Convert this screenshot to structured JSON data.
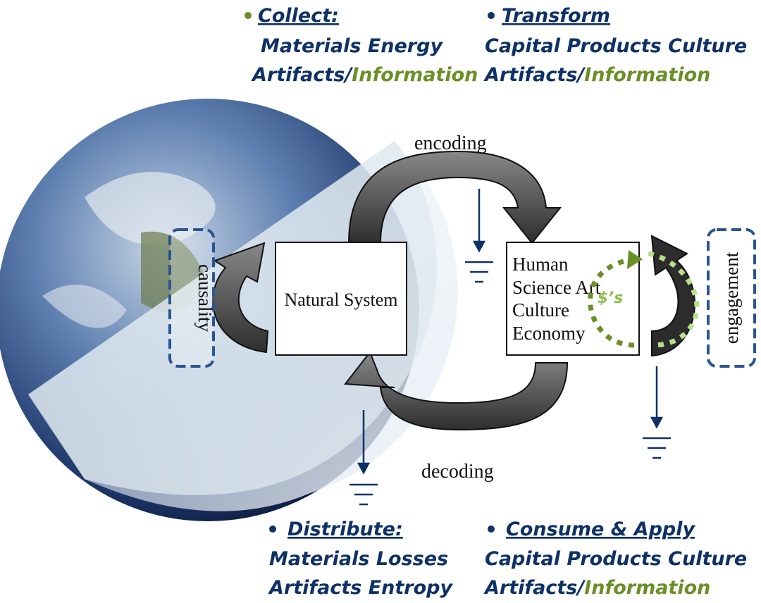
{
  "collect": {
    "title": "Collect:",
    "line1": "Materials  Energy",
    "line2a": "Artifacts/",
    "line2b": "Information"
  },
  "transform": {
    "title": "Transform",
    "line1": "Capital  Products  Culture",
    "line2a": "Artifacts/",
    "line2b": "Information"
  },
  "distribute": {
    "title": "Distribute:",
    "line1": "Materials  Losses",
    "line2": "Artifacts  Entropy"
  },
  "consume": {
    "title": "Consume & Apply",
    "line1": "Capital  Products  Culture",
    "line2a": "Artifacts/",
    "line2b": "Information"
  },
  "labels": {
    "encoding": "encoding",
    "decoding": "decoding",
    "causality": "causality",
    "engagement": "engagement",
    "money": "$’s"
  },
  "natural_system": "Natural System",
  "human_box": [
    "Human",
    "Science  Art",
    "Culture",
    "Economy"
  ],
  "colors": {
    "navy": "#0e3166",
    "green": "#6a8f26",
    "light_green": "#a8d46a",
    "arrow": "#3a3a3a"
  }
}
